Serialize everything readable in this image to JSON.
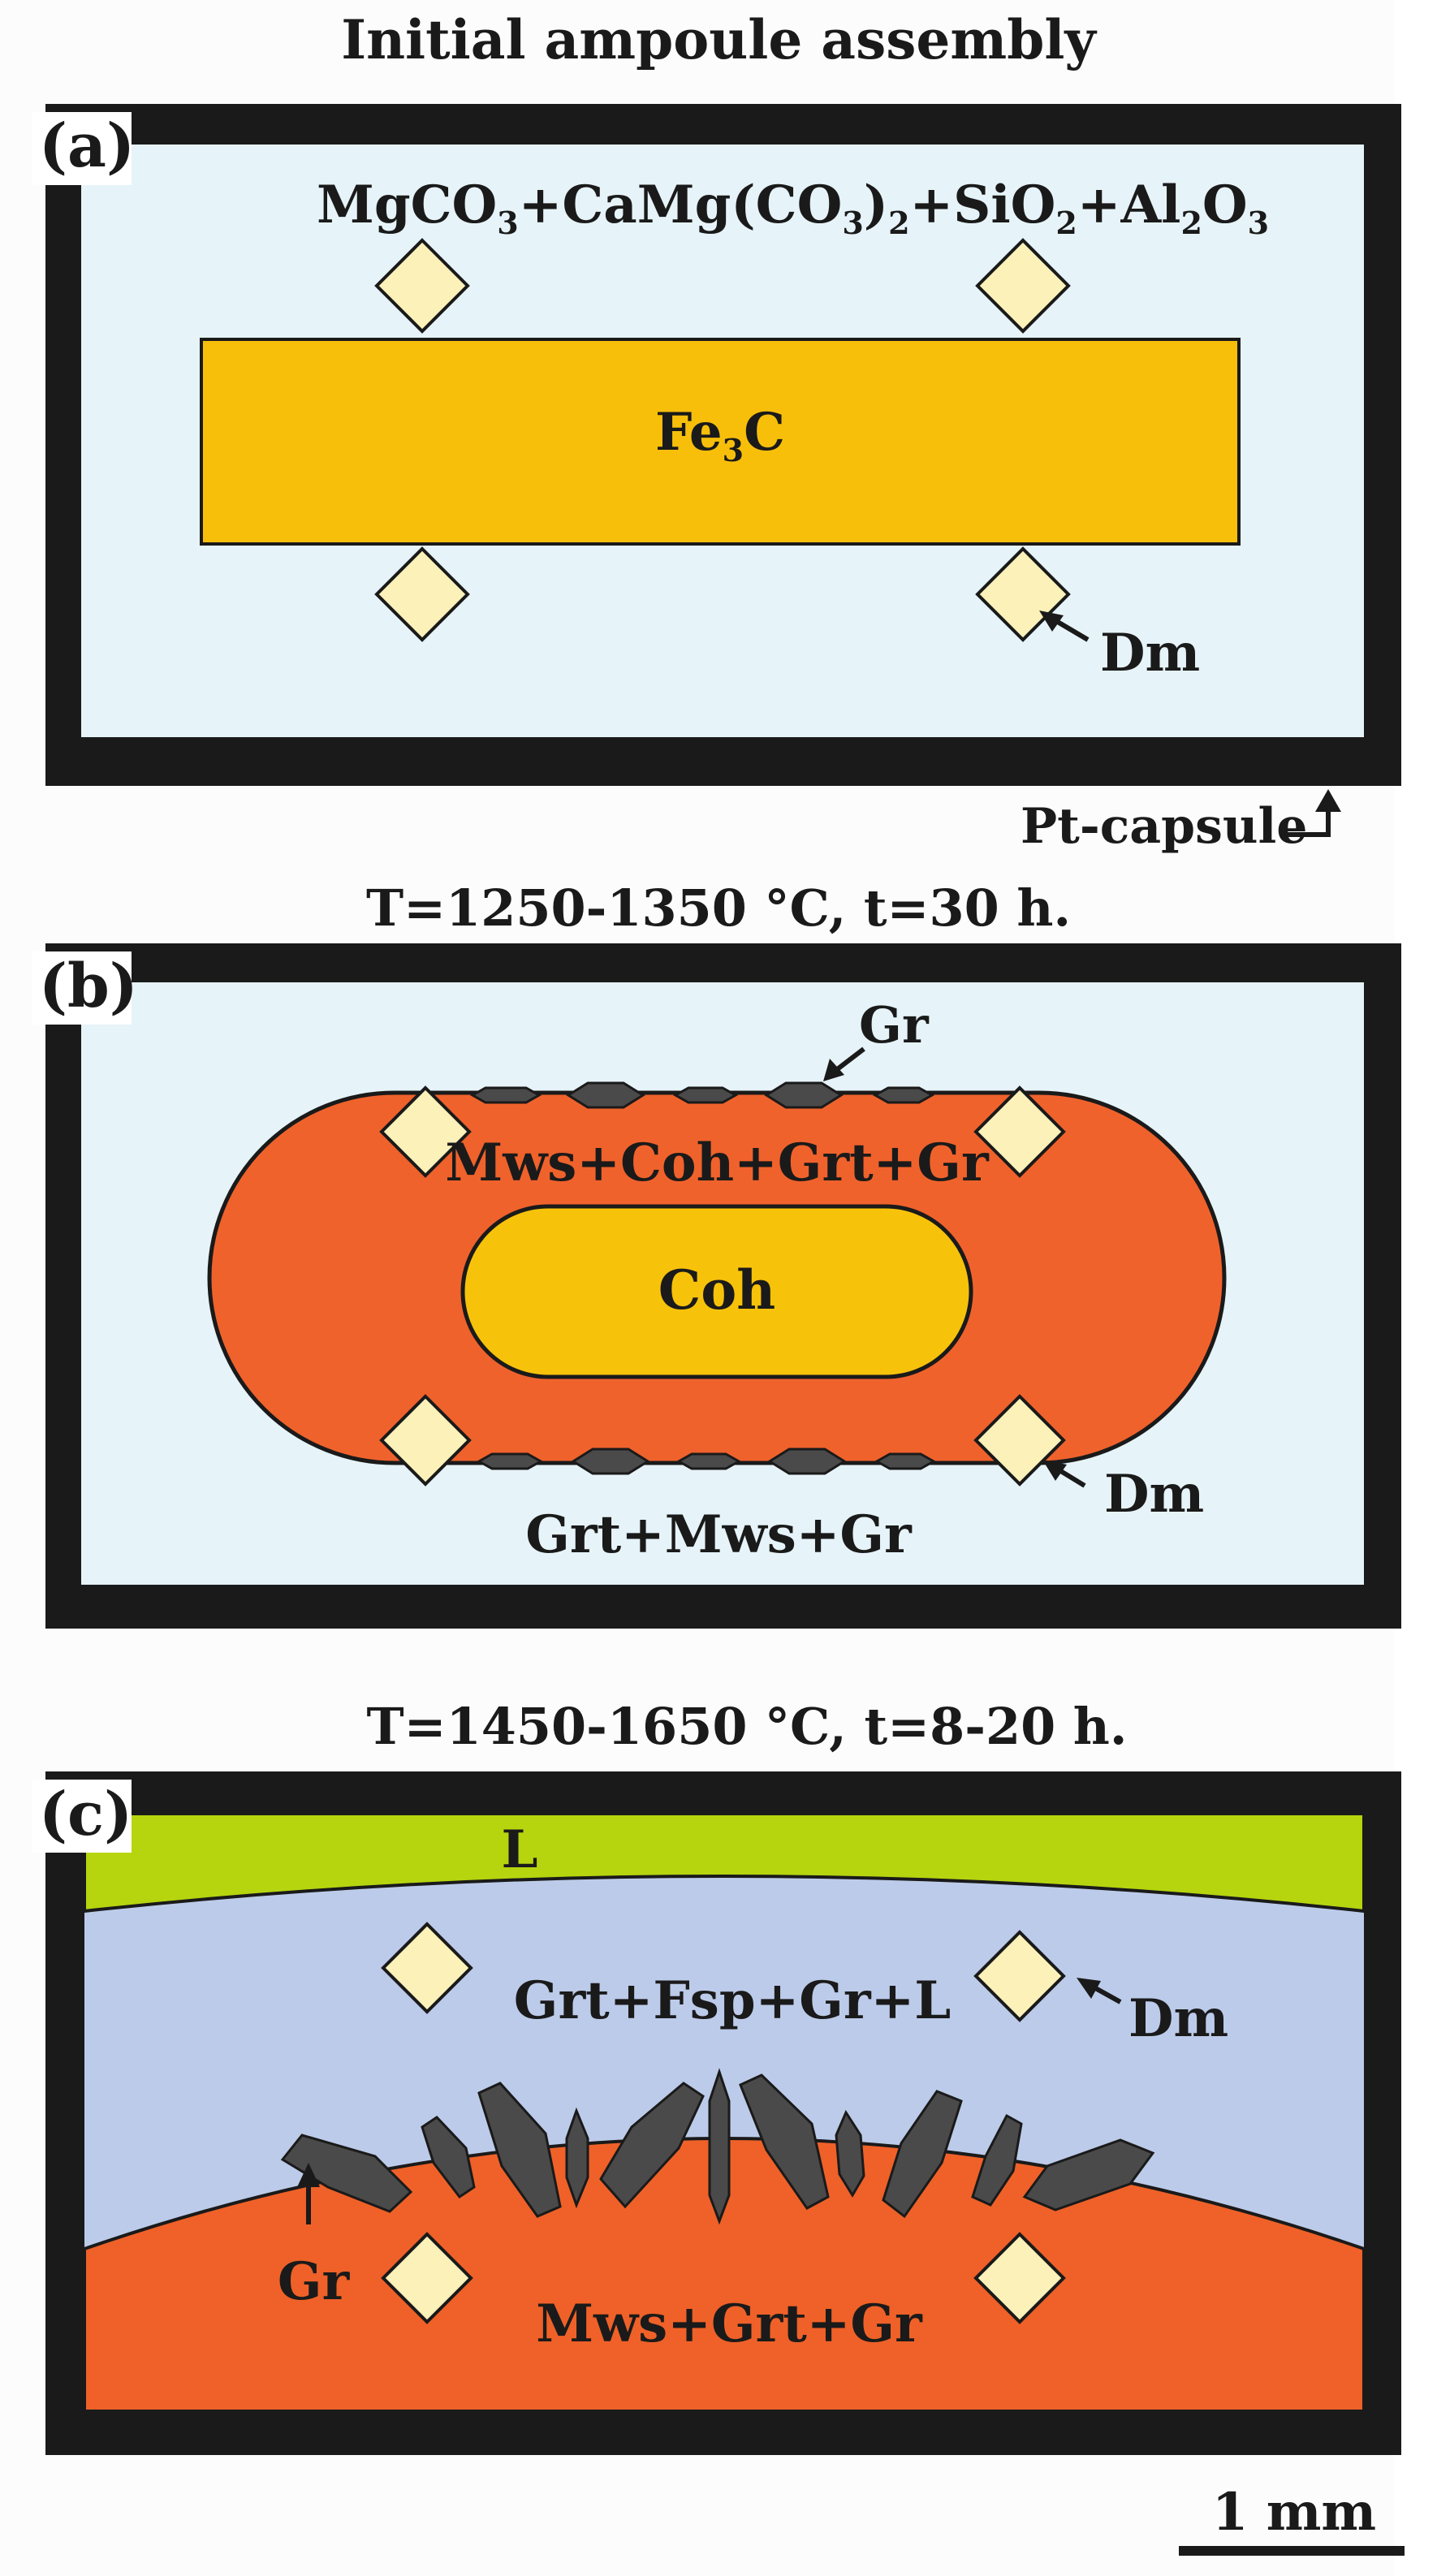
{
  "title": "Initial ampoule assembly",
  "colors": {
    "capsule": "#1a1a1a",
    "fluid_a": "#e6f3f8",
    "fluid_b": "#e6f3f8",
    "fe3c": "#f7bf0a",
    "coh": "#f7c20a",
    "reaction_rim": "#f0622c",
    "silicate_c": "#bccbe9",
    "melt": "#b6d50e",
    "lower_c": "#ef6128",
    "diamond": "#fbf1b9",
    "graphite": "#4a4a4a"
  },
  "panel_a": {
    "label": "(a)",
    "mixture": {
      "p1": "MgCO",
      "s1": "3",
      "p2": "+CaMg(CO",
      "s2": "3",
      "p3": ")",
      "s3": "2",
      "p4": "+SiO",
      "s4": "2",
      "p5": "+Al",
      "s5": "2",
      "p6": "O",
      "s6": "3"
    },
    "core": {
      "main": "Fe",
      "sub": "3",
      "tail": "C"
    },
    "dm": "Dm",
    "capsule": "Pt-capsule"
  },
  "panel_b": {
    "condition": "T=1250-1350 °C, t=30 h.",
    "label": "(b)",
    "gr": "Gr",
    "rim": "Mws+Coh+Grt+Gr",
    "core": "Coh",
    "dm": "Dm",
    "below": "Grt+Mws+Gr"
  },
  "panel_c": {
    "condition": "T=1450-1650 °C, t=8-20 h.",
    "label": "(c)",
    "melt": "L",
    "upper": "Grt+Fsp+Gr+L",
    "dm": "Dm",
    "gr": "Gr",
    "lower": "Mws+Grt+Gr"
  },
  "scale_bar": "1 mm"
}
